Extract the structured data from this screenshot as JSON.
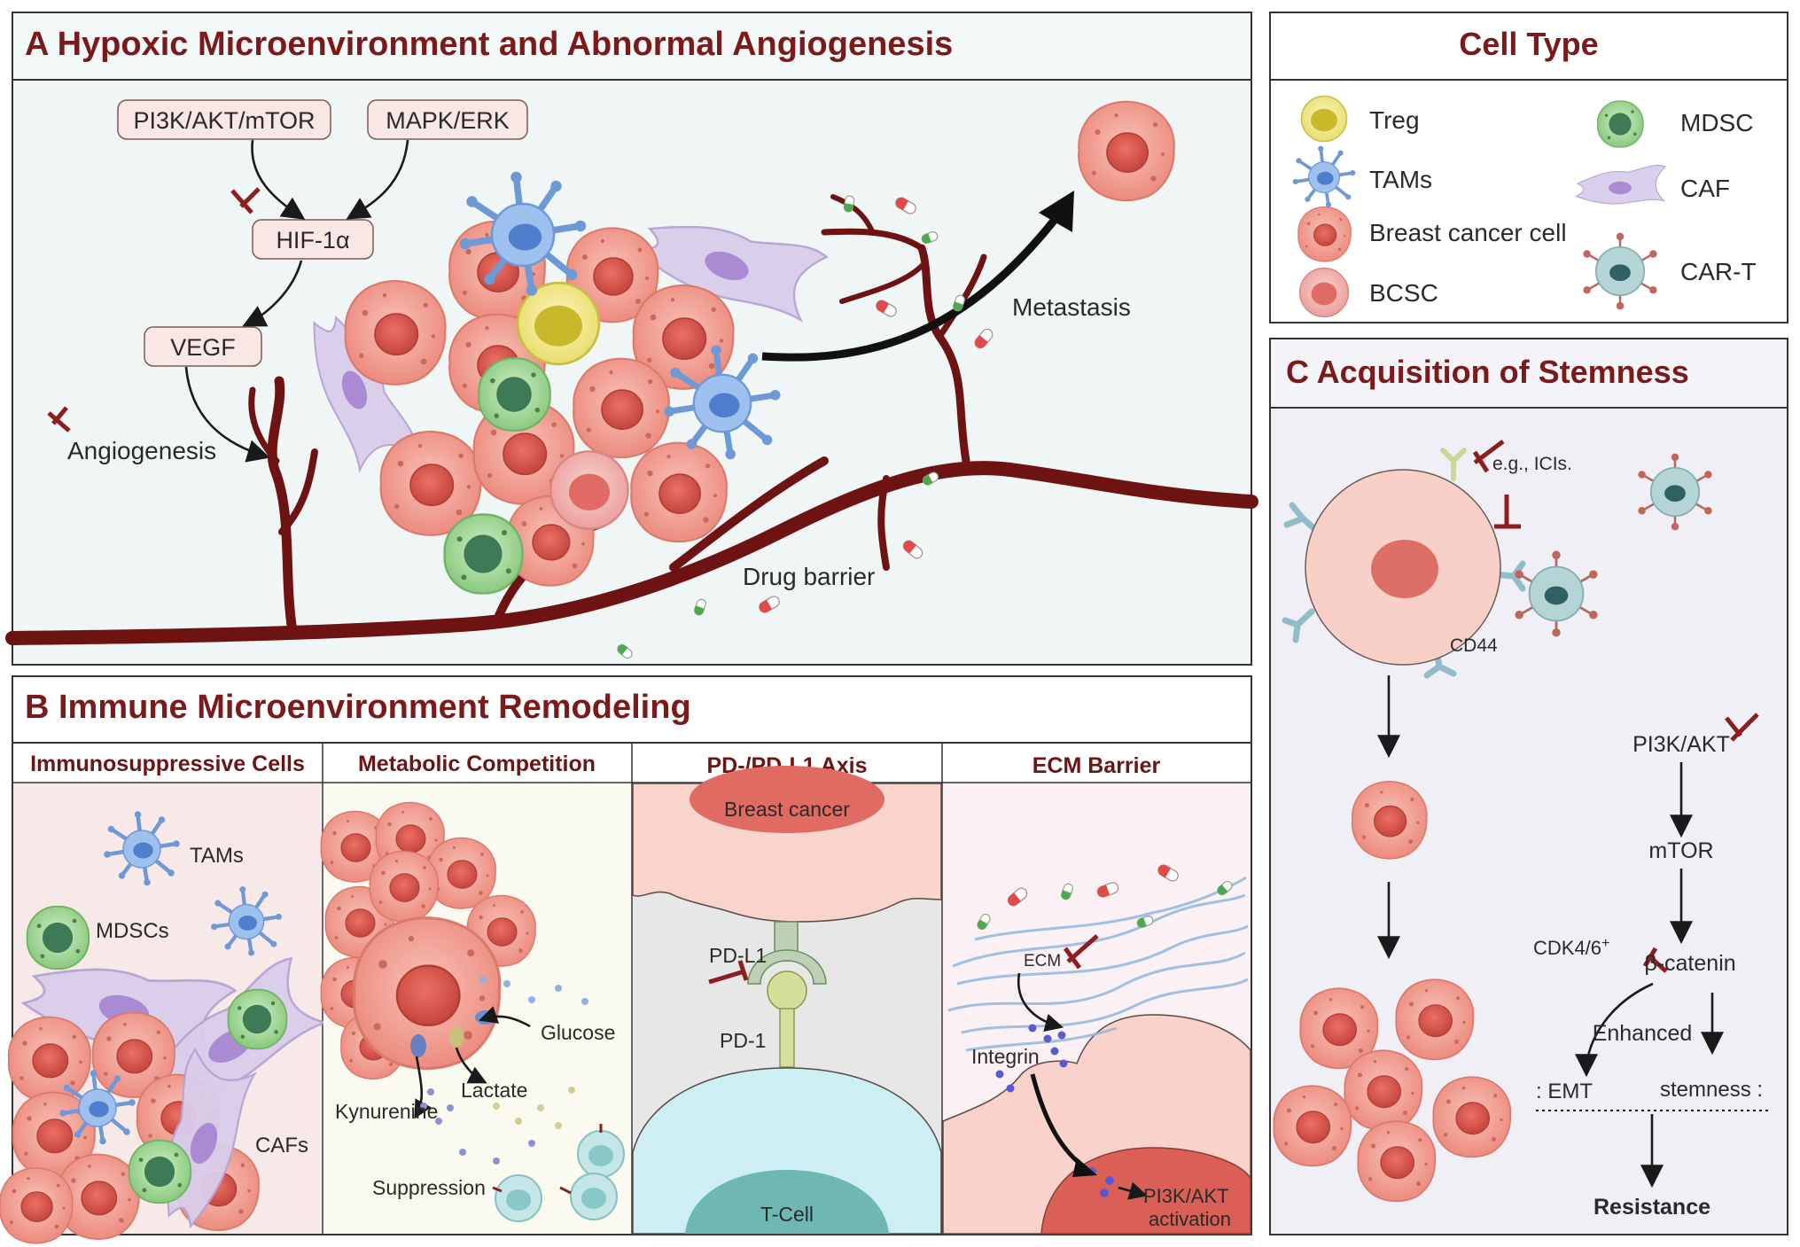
{
  "panel_a": {
    "title": "A  Hypoxic Microenvironment and Abnormal Angiogenesis",
    "pi3k_akt_mtor": "PI3K/AKT/mTOR",
    "mapk_erk": "MAPK/ERK",
    "hif": "HIF-1α",
    "vegf": "VEGF",
    "angiogenesis": "Angiogenesis",
    "metastasis": "Metastasis",
    "drug_barrier": "Drug barrier"
  },
  "legend": {
    "title": "Cell Type",
    "items": [
      "Treg",
      "TAMs",
      "Breast cancer cell",
      "BCSC",
      "MDSC",
      "CAF",
      "CAR-T"
    ]
  },
  "panel_b": {
    "title": "B  Immune Microenvironment Remodeling",
    "sub1": "Immunosuppressive Cells",
    "sub2": "Metabolic Competition",
    "sub3": "PD-/PD-L1 Axis",
    "sub4": "ECM Barrier",
    "tams": "TAMs",
    "mdscs": "MDSCs",
    "cafs": "CAFs",
    "glucose": "Glucose",
    "lactate": "Lactate",
    "kynurenine": "Kynurenine",
    "suppression": "Suppression",
    "breast_cancer": "Breast cancer",
    "pd_l1": "PD-L1",
    "pd_1": "PD-1",
    "t_cell": "T-Cell",
    "ecm": "ECM",
    "integrin": "Integrin",
    "pi3k_akt": "PI3K/AKT",
    "activation": "activation"
  },
  "panel_c": {
    "title": "C  Acquisition of Stemness",
    "eg_icis": "e.g., ICIs.",
    "cd44": "CD44",
    "pi3k_akt": "PI3K/AKT",
    "mtor": "mTOR",
    "cdk": "CDK4/6",
    "cdk_sup": "+",
    "beta_catenin": "β-catenin",
    "enhanced": "Enhanced",
    "emt": ": EMT",
    "stemness": "stemness :",
    "resistance": "Resistance"
  },
  "colors": {
    "title": "#7a1a1a",
    "vessel": "#6e1313",
    "inhibit": "#8e1d1d",
    "cancer": "#f19f93",
    "nucleus": "#d8564c",
    "tam": "#7ea6e0",
    "treg": "#f1e88a",
    "mdsc": "#a6d79b",
    "caf": "#cdbde0",
    "cart": "#9fc6c8"
  }
}
